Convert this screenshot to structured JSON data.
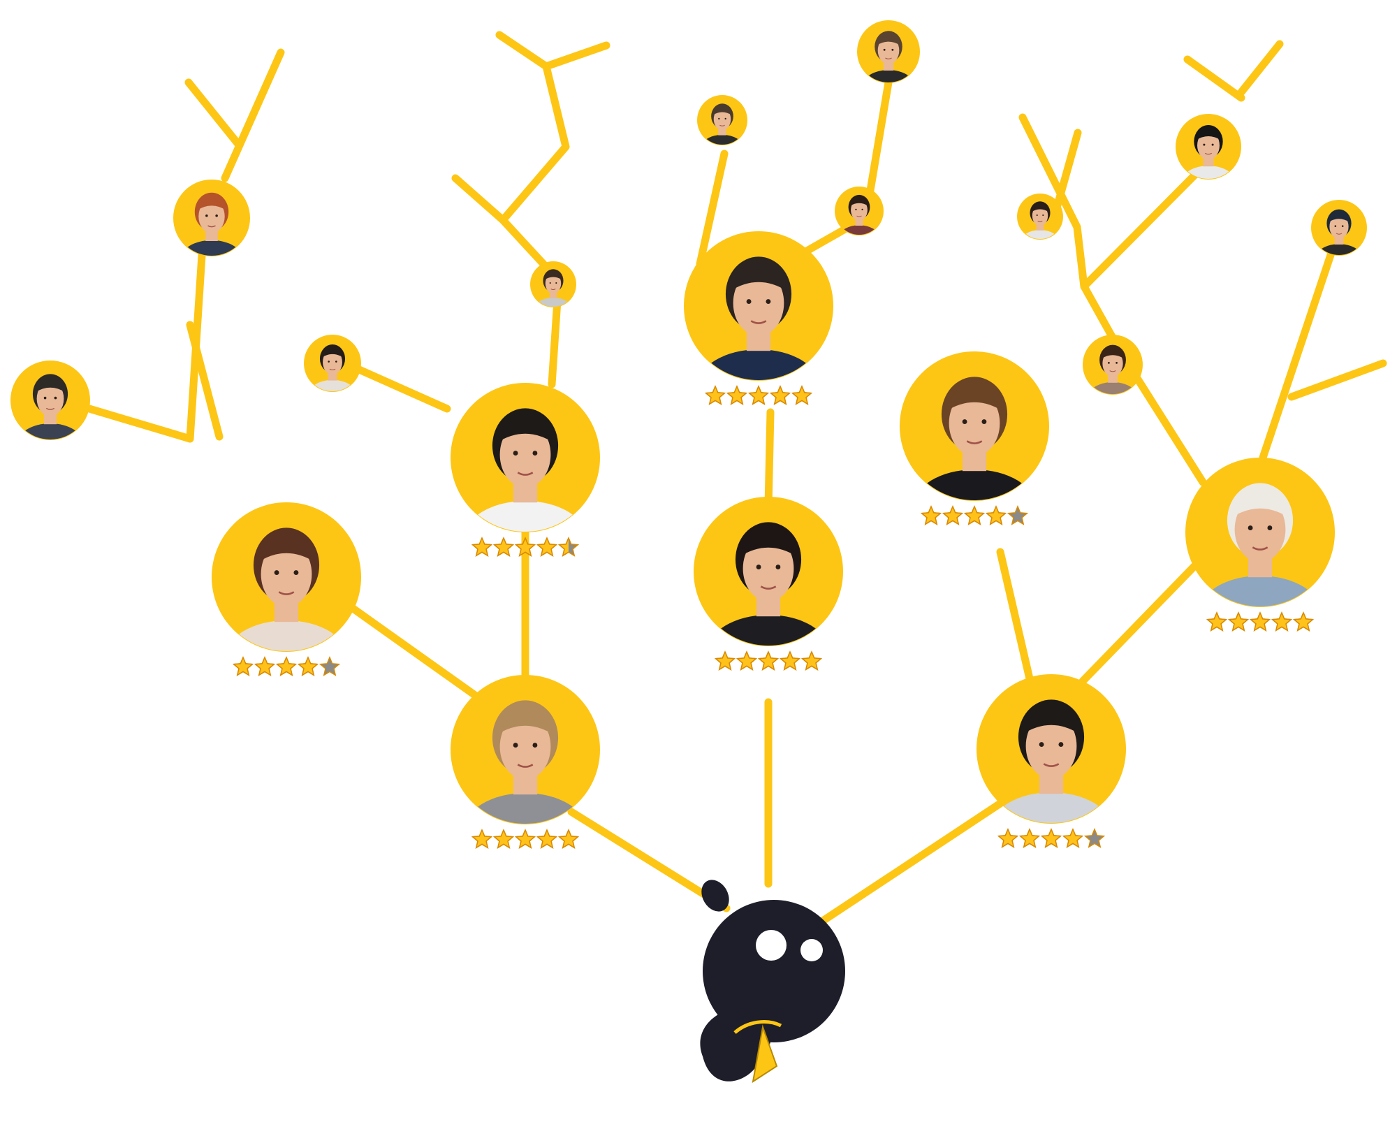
{
  "colors": {
    "branch": "#FDC615",
    "node_fill": "#FDC615",
    "logo": "#1E1E2A",
    "star_on": "#FFC21A",
    "star_off": "#8A8A8A",
    "star_stroke": "#D98A00",
    "skin": "#E9B896",
    "hair": "#3A2A22",
    "shirt": "#2E3650"
  },
  "logo": {
    "icon": "mascot-logo-icon",
    "tie_color": "#FDC615"
  },
  "nodes": [
    {
      "id": "man-curtain-hair",
      "rating": null,
      "icon": "person-avatar-icon",
      "hair_color": "#4A3A2E",
      "shirt_color": "#2C2C2C"
    },
    {
      "id": "man-beard-glasses-top",
      "rating": null,
      "icon": "person-avatar-icon",
      "hair_color": "#5A4330",
      "shirt_color": "#2A2A2A"
    },
    {
      "id": "woman-top-center",
      "rating": null,
      "icon": "person-avatar-icon",
      "hair_color": "#2B1D16",
      "shirt_color": "#7A3A3A"
    },
    {
      "id": "man-main-top",
      "rating": 5,
      "icon": "person-avatar-icon",
      "hair_color": "#2B2420",
      "shirt_color": "#1F2D4D"
    },
    {
      "id": "woman-center",
      "rating": 5,
      "icon": "person-avatar-icon",
      "hair_color": "#1E1614",
      "shirt_color": "#1E1E22"
    },
    {
      "id": "woman-redhead",
      "rating": null,
      "icon": "person-avatar-icon",
      "hair_color": "#B5532B",
      "shirt_color": "#2F3B52"
    },
    {
      "id": "man-left-small",
      "rating": null,
      "icon": "person-avatar-icon",
      "hair_color": "#2E2A26",
      "shirt_color": "#3B4252"
    },
    {
      "id": "woman-long-hair",
      "rating": 4,
      "icon": "person-avatar-icon",
      "hair_color": "#5A3222",
      "shirt_color": "#E8DCD2"
    },
    {
      "id": "man-bearded-left",
      "rating": 5,
      "icon": "person-avatar-icon",
      "hair_color": "#B08A5A",
      "shirt_color": "#8E9096"
    },
    {
      "id": "woman-glasses",
      "rating": 4.5,
      "icon": "person-avatar-icon",
      "hair_color": "#1E1A18",
      "shirt_color": "#F2F2F2"
    },
    {
      "id": "woman-bun",
      "rating": null,
      "icon": "person-avatar-icon",
      "hair_color": "#241C18",
      "shirt_color": "#E6E0DA"
    },
    {
      "id": "woman-short-hair",
      "rating": null,
      "icon": "person-avatar-icon",
      "hair_color": "#3A2A20",
      "shirt_color": "#C9C9C9"
    },
    {
      "id": "man-suit",
      "rating": 4,
      "icon": "person-avatar-icon",
      "hair_color": "#6B4426",
      "shirt_color": "#1A1A1E"
    },
    {
      "id": "man-glasses-right",
      "rating": 4,
      "icon": "person-avatar-icon",
      "hair_color": "#1E1A18",
      "shirt_color": "#D0D4DA"
    },
    {
      "id": "woman-hijab",
      "rating": 5,
      "icon": "person-avatar-icon",
      "hair_color": "#EDEAE4",
      "shirt_color": "#8EA6C0"
    },
    {
      "id": "woman-right-small",
      "rating": null,
      "icon": "person-avatar-icon",
      "hair_color": "#3A2418",
      "shirt_color": "#9A8070"
    },
    {
      "id": "woman-dark-hair-right",
      "rating": null,
      "icon": "person-avatar-icon",
      "hair_color": "#2A1E18",
      "shirt_color": "#E6E6E6"
    },
    {
      "id": "man-asian",
      "rating": null,
      "icon": "person-avatar-icon",
      "hair_color": "#161616",
      "shirt_color": "#E9E9E9"
    },
    {
      "id": "man-beanie",
      "rating": null,
      "icon": "person-avatar-icon",
      "hair_color": "#1E2A3A",
      "shirt_color": "#2A2A2A"
    }
  ]
}
